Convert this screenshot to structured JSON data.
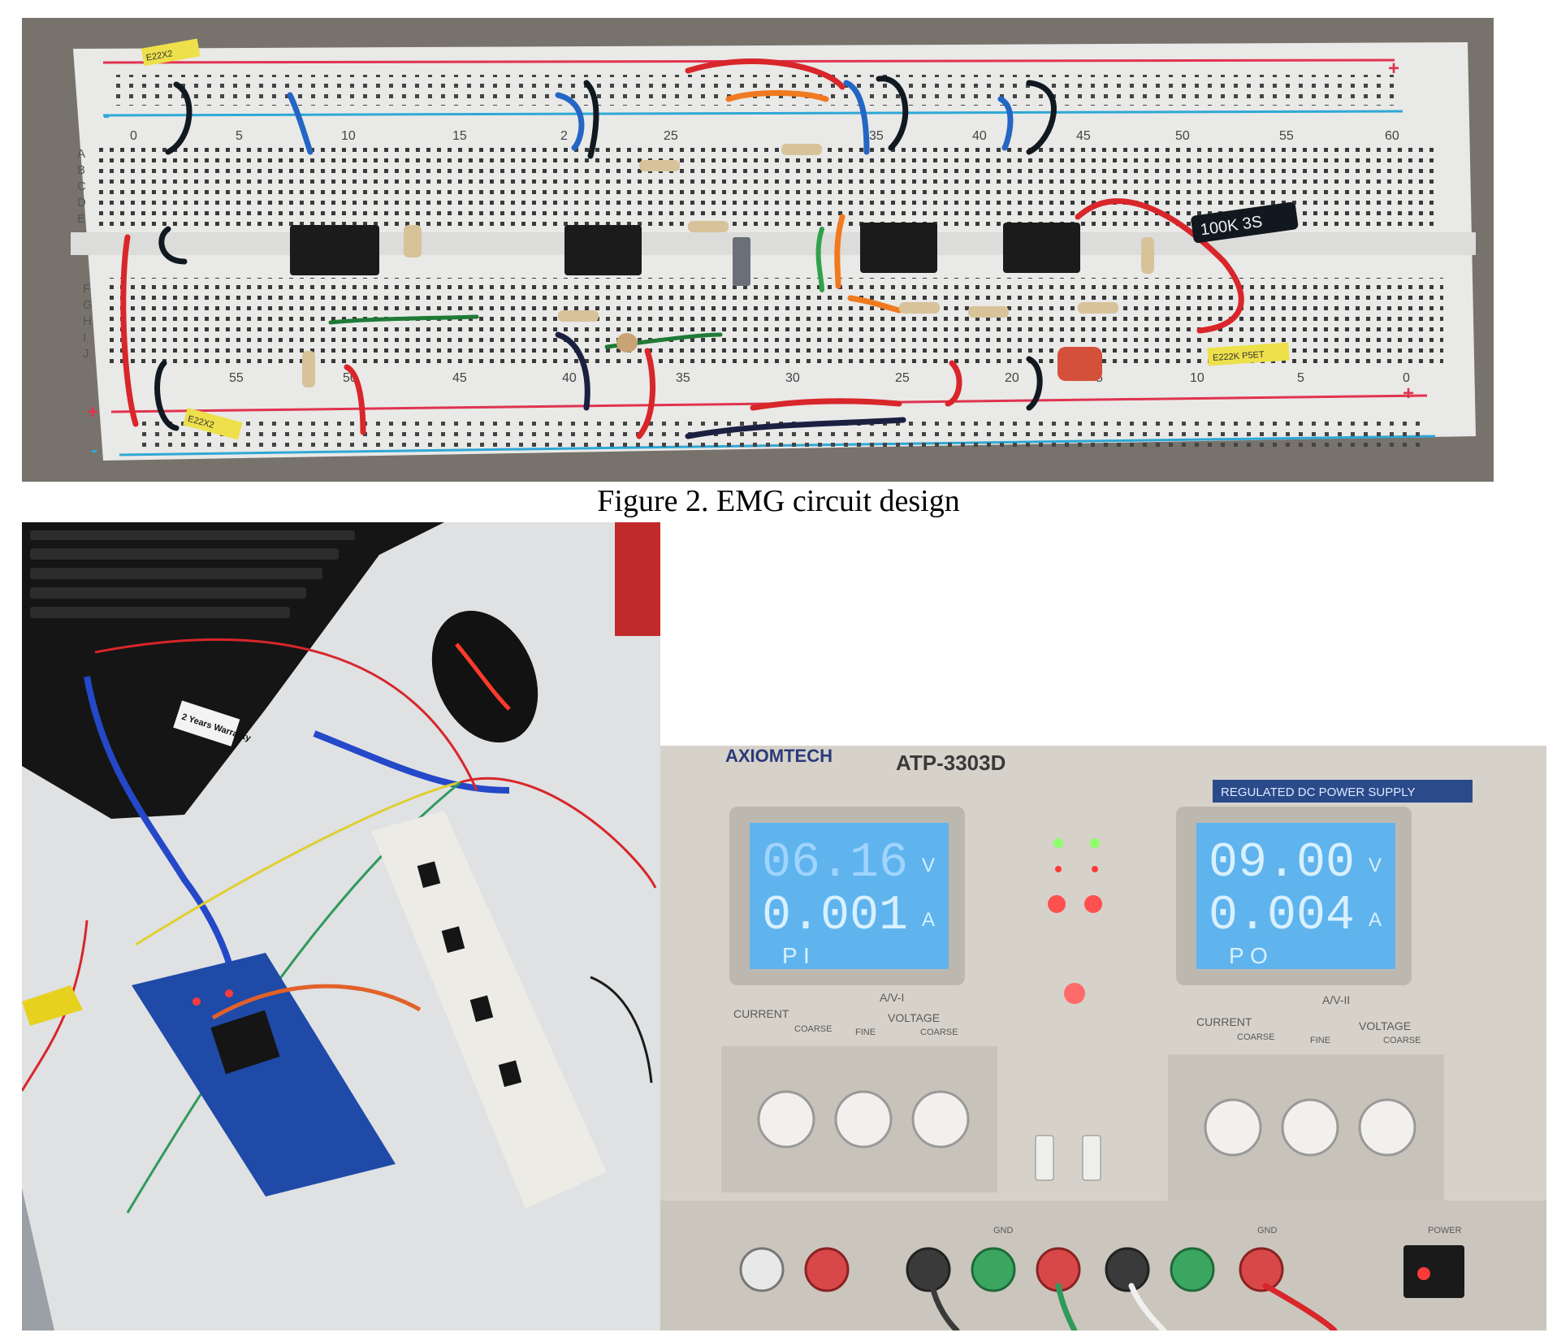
{
  "figure2": {
    "caption": "Figure 2. EMG circuit design",
    "breadboard": {
      "top_numbers": [
        "0",
        "5",
        "10",
        "15",
        "2",
        "25",
        "35",
        "40",
        "45",
        "50",
        "55",
        "60"
      ],
      "bottom_numbers": [
        "55",
        "50",
        "45",
        "40",
        "35",
        "30",
        "25",
        "20",
        "5",
        "10",
        "5",
        "0"
      ],
      "left_rows_top": [
        "A",
        "B",
        "C",
        "D",
        "E"
      ],
      "left_rows_bottom": [
        "F",
        "G",
        "H",
        "I",
        "J"
      ],
      "plus_sign": "+",
      "minus_sign": "-",
      "pot_label": "100K 3S",
      "cap_label_1": "E22X2",
      "cap_label_2": "E222K P5ET"
    }
  },
  "figure3": {
    "caption": "",
    "power_supply": {
      "model": "ATP-3303D",
      "badge": "REGULATED DC POWER SUPPLY",
      "brand": "AXIOMTECH",
      "ch1": {
        "voltage": "06.16",
        "voltage_unit": "V",
        "current": "0.001",
        "current_unit": "A",
        "footer": "P  I"
      },
      "ch2": {
        "voltage": "09.00",
        "voltage_unit": "V",
        "current": "0.004",
        "current_unit": "A",
        "footer": "P  O"
      },
      "panel_left": "A/V-I",
      "panel_right": "A/V-II",
      "current_label": "CURRENT",
      "voltage_label": "VOLTAGE",
      "coarse": "COARSE",
      "fine": "FINE",
      "gnd": "GND",
      "power": "POWER"
    },
    "laptop_sticker": "2 Years Warranty"
  },
  "colors": {
    "rail_red": "#e0334f",
    "rail_blue": "#2fa8d6",
    "lcd_bg": "#5fb4ee",
    "lcd_text": "#d8f0ff",
    "led_red": "#ff3a3a",
    "led_green": "#8cff6a"
  }
}
